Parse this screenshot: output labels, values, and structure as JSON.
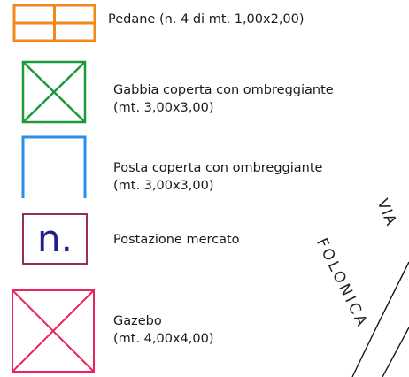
{
  "legend": {
    "pedane": {
      "label": "Pedane (n. 4 di mt. 1,00x2,00)",
      "color": "#f2871a",
      "icon": "pedane-grid-icon"
    },
    "gabbia": {
      "line1": "Gabbia coperta con ombreggiante",
      "line2": "(mt. 3,00x3,00)",
      "color": "#1e9a3a",
      "icon": "crossed-square-icon"
    },
    "posta": {
      "line1": "Posta coperta con ombreggiante",
      "line2": "(mt. 3,00x3,00)",
      "color": "#2a8fe8",
      "icon": "open-bottom-square-icon"
    },
    "postazione": {
      "marker": "n.",
      "label": "Postazione mercato",
      "color": "#8a1a3a",
      "text_color": "#1f1f8c",
      "icon": "market-stall-box-icon"
    },
    "gazebo": {
      "line1": "Gazebo",
      "line2": "(mt. 4,00x4,00)",
      "color": "#e8245a",
      "icon": "crossed-square-icon"
    }
  },
  "map": {
    "road_name_1": "VIA",
    "road_name_2": "FOLONICA"
  }
}
